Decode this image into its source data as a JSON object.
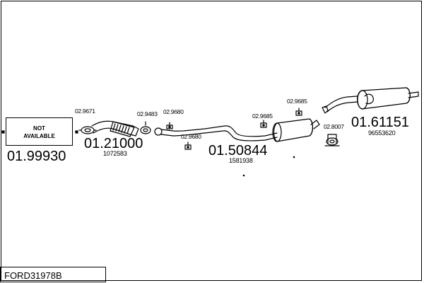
{
  "not_available": "NOT\nAVAILABLE",
  "diagram_code": "FORD31978B",
  "groups": [
    {
      "code": "01.99930",
      "ref": ""
    },
    {
      "code": "01.21000",
      "ref": "1072583"
    },
    {
      "code": "01.50844",
      "ref": "1581938"
    },
    {
      "code": "01.61151",
      "ref": "96553620"
    }
  ],
  "parts": [
    "02.9671",
    "02.9483",
    "02.9680",
    "02.9680",
    "02.9685",
    "02.9685",
    "02.8007"
  ]
}
